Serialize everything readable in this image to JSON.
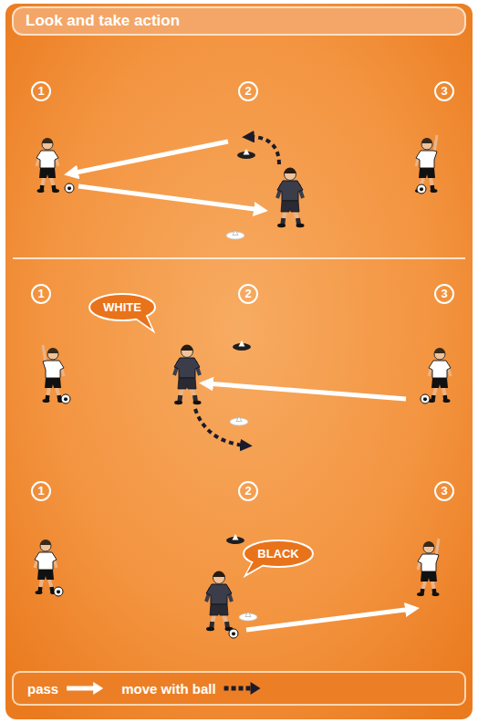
{
  "diagram": {
    "title": "Look and take action",
    "nodes": [
      {
        "text": [
          "WHITE"
        ]
      },
      {
        "text": [
          "BLACK"
        ]
      }
    ],
    "labels": [
      "1",
      "2",
      "3",
      "1",
      "2",
      "3",
      "1",
      "2",
      "3"
    ],
    "legend": [
      {
        "text": "pass"
      },
      {
        "text": "move with ball"
      }
    ]
  }
}
